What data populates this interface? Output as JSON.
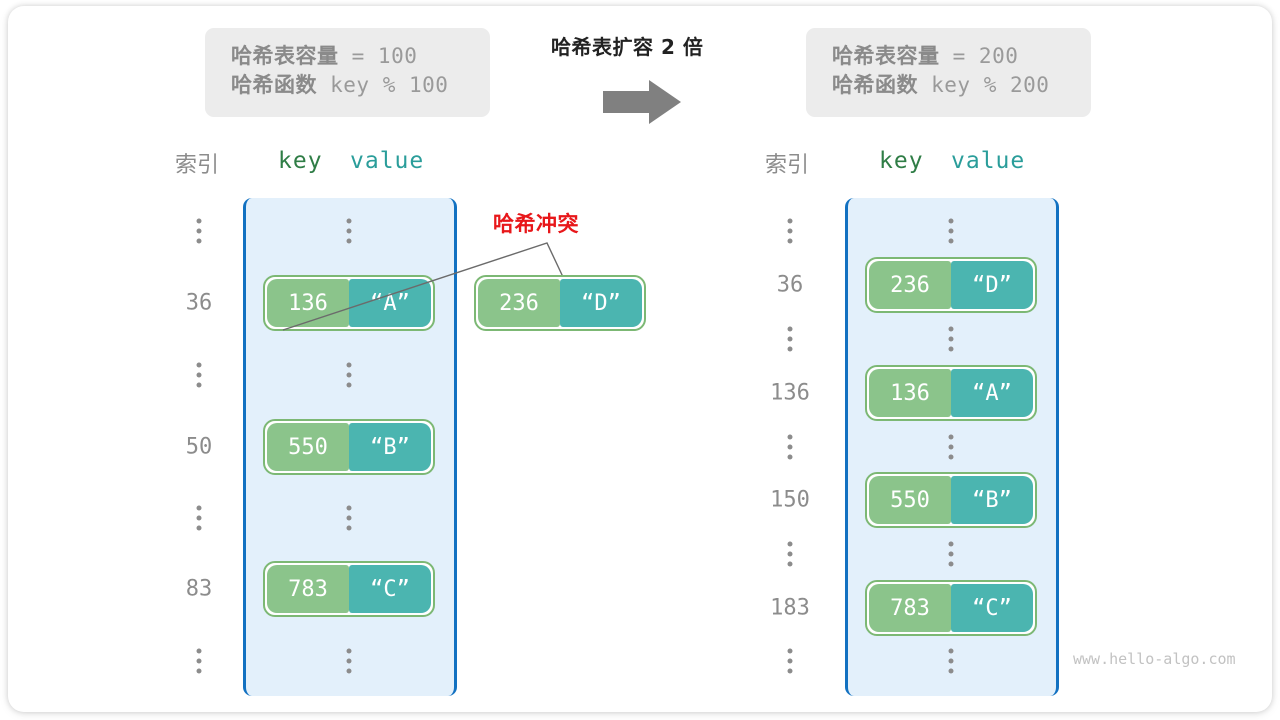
{
  "watermark": "www.hello-algo.com",
  "transform": {
    "title": "哈希表扩容 2 倍",
    "arrow_icon": "right-arrow-icon",
    "arrow_color": "#808080"
  },
  "colors": {
    "panel_fill": "#e3f0fb",
    "panel_border": "#1271c1",
    "key_cell": "#8bc48b",
    "value_cell": "#4bb5b0",
    "pair_border": "#7cb874",
    "collision_red": "#e8171a",
    "index_gray": "#8c8c8c",
    "infobox_bg": "#ececec",
    "key_header": "#2f7d46",
    "value_header": "#2a9d9a"
  },
  "left": {
    "info": {
      "capacity_label": "哈希表容量",
      "capacity_value": " = 100",
      "function_label": "哈希函数",
      "function_value": " key % 100"
    },
    "headers": {
      "index": "索引",
      "key": "key",
      "value": "value"
    },
    "rows": [
      {
        "index": "⋮",
        "type": "dots"
      },
      {
        "index": "36",
        "type": "pair",
        "key": "136",
        "value": "“A”"
      },
      {
        "index": "⋮",
        "type": "dots"
      },
      {
        "index": "50",
        "type": "pair",
        "key": "550",
        "value": "“B”"
      },
      {
        "index": "⋮",
        "type": "dots"
      },
      {
        "index": "83",
        "type": "pair",
        "key": "783",
        "value": "“C”"
      },
      {
        "index": "⋮",
        "type": "dots"
      }
    ]
  },
  "collision": {
    "label": "哈希冲突",
    "overflow_pair": {
      "key": "236",
      "value": "“D”"
    }
  },
  "right": {
    "info": {
      "capacity_label": "哈希表容量",
      "capacity_value": " = 200",
      "function_label": "哈希函数",
      "function_value": " key % 200"
    },
    "headers": {
      "index": "索引",
      "key": "key",
      "value": "value"
    },
    "rows": [
      {
        "index": "⋮",
        "type": "dots"
      },
      {
        "index": "36",
        "type": "pair",
        "key": "236",
        "value": "“D”"
      },
      {
        "index": "⋮",
        "type": "dots"
      },
      {
        "index": "136",
        "type": "pair",
        "key": "136",
        "value": "“A”"
      },
      {
        "index": "⋮",
        "type": "dots"
      },
      {
        "index": "150",
        "type": "pair",
        "key": "550",
        "value": "“B”"
      },
      {
        "index": "⋮",
        "type": "dots"
      },
      {
        "index": "183",
        "type": "pair",
        "key": "783",
        "value": "“C”"
      },
      {
        "index": "⋮",
        "type": "dots"
      }
    ]
  }
}
